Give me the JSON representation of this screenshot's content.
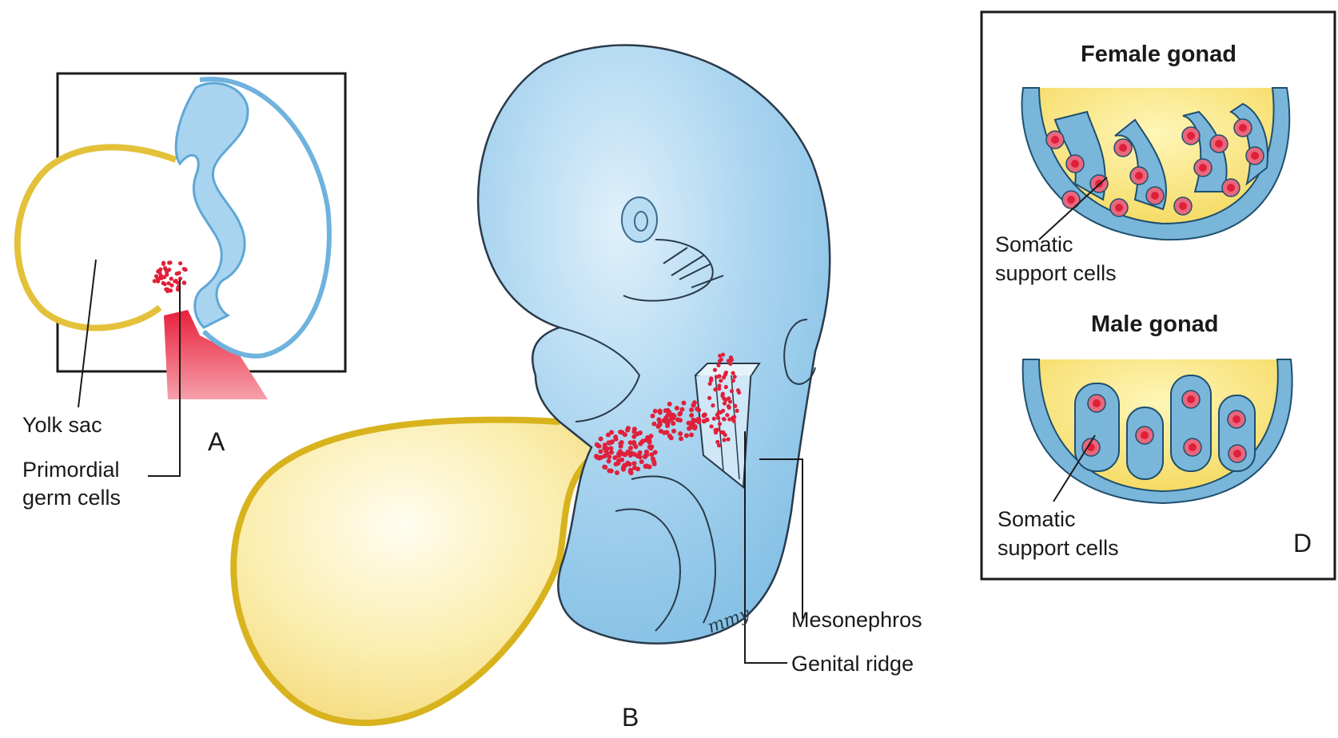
{
  "panel_a": {
    "letter": "A",
    "yolk_sac_label": "Yolk sac",
    "pgc_label_line1": "Primordial",
    "pgc_label_line2": "germ cells"
  },
  "panel_b": {
    "letter": "B",
    "mesonephros_label": "Mesonephros",
    "genital_ridge_label": "Genital ridge",
    "artist_signature": "mmy"
  },
  "panel_d": {
    "letter": "D",
    "female_title": "Female gonad",
    "female_cells_line1": "Somatic",
    "female_cells_line2": "support cells",
    "male_title": "Male gonad",
    "male_cells_line1": "Somatic",
    "male_cells_line2": "support cells"
  },
  "colors": {
    "embryo_blue": "#a8d4ee",
    "yolk_yellow": "#f7e07a",
    "germ_cell_red": "#e0203a",
    "outline": "#1a1a1a"
  }
}
